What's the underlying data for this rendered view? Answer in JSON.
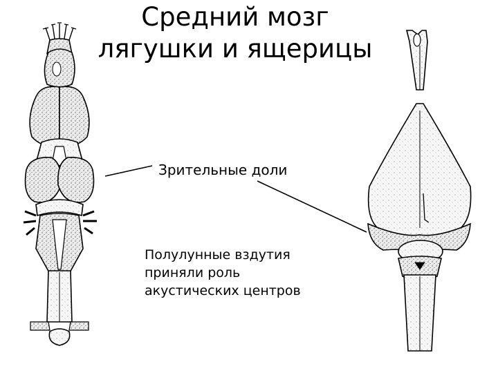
{
  "title": {
    "line1": "Средний мозг",
    "line2": "лягушки и ящерицы"
  },
  "labels": {
    "visual_lobes": "Зрительные доли",
    "semilunar": {
      "line1": "Полулунные вздутия",
      "line2": "приняли роль",
      "line3": "акустических центров"
    }
  },
  "colors": {
    "ink": "#000000",
    "stipple_fill": "#e6e6e6",
    "light_fill": "#f2f2f2",
    "background": "#ffffff"
  }
}
